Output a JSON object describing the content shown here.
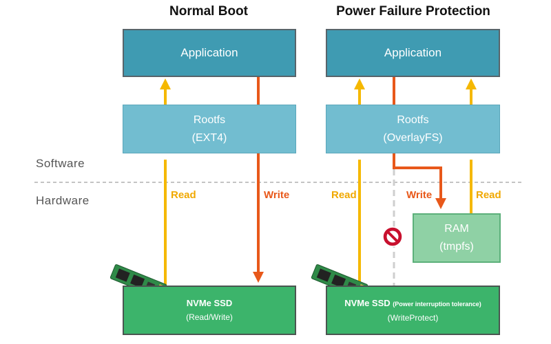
{
  "titles": {
    "left": "Normal Boot",
    "right": "Power Failure Protection"
  },
  "layers": {
    "software": "Software",
    "hardware": "Hardware"
  },
  "left": {
    "app": "Application",
    "rootfs_line1": "Rootfs",
    "rootfs_line2": "(EXT4)",
    "read_label": "Read",
    "write_label": "Write",
    "ssd_line1": "NVMe SSD",
    "ssd_line2": "(Read/Write)"
  },
  "right": {
    "app": "Application",
    "rootfs_line1": "Rootfs",
    "rootfs_line2": "(OverlayFS)",
    "read_label_left": "Read",
    "write_label": "Write",
    "read_label_right": "Read",
    "ram_line1": "RAM",
    "ram_line2": "(tmpfs)",
    "ssd_line1": "NVMe SSD",
    "ssd_line1_note": "(Power interruption tolerance)",
    "ssd_line2": "(WriteProtect)"
  },
  "colors": {
    "read": "#f5b800",
    "write": "#e8581a",
    "blocked": "#cfcfcf",
    "prohibit": "#c8102e"
  },
  "icons": [
    "ssd-module-icon",
    "prohibited-icon"
  ]
}
